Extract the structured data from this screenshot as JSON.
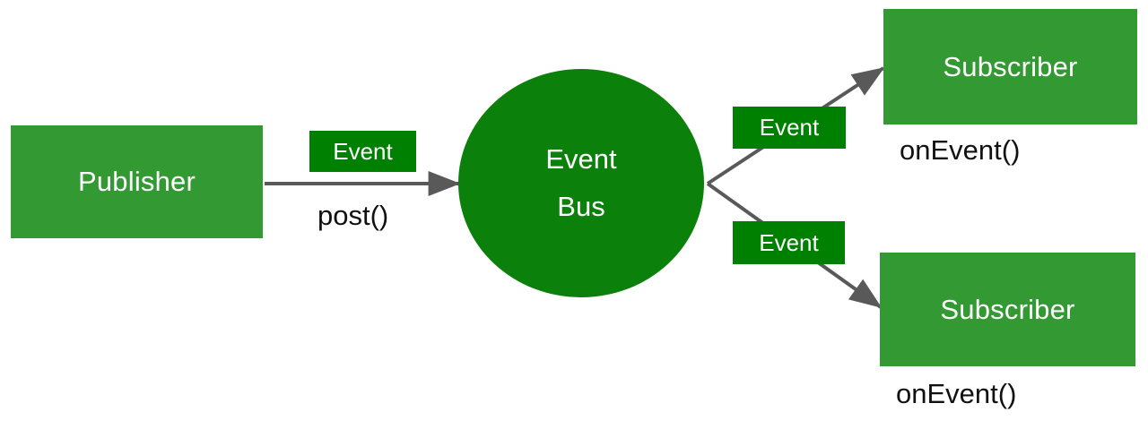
{
  "diagram": {
    "title": "Event Bus publish-subscribe diagram",
    "colors": {
      "node_green": "#339933",
      "bus_green": "#0B800B",
      "badge_green": "#008000",
      "arrow_gray": "#595959",
      "label_text": "#111111",
      "node_text": "#ffffff",
      "background": "#ffffff"
    },
    "nodes": {
      "publisher": {
        "label": "Publisher"
      },
      "event_bus": {
        "label_line1": "Event",
        "label_line2": "Bus"
      },
      "subscriber_top": {
        "label": "Subscriber"
      },
      "subscriber_bottom": {
        "label": "Subscriber"
      }
    },
    "badges": {
      "post_event": {
        "label": "Event"
      },
      "top_event": {
        "label": "Event"
      },
      "bottom_event": {
        "label": "Event"
      }
    },
    "edge_labels": {
      "post": "post()",
      "on_event_top": "onEvent()",
      "on_event_bottom": "onEvent()"
    }
  }
}
